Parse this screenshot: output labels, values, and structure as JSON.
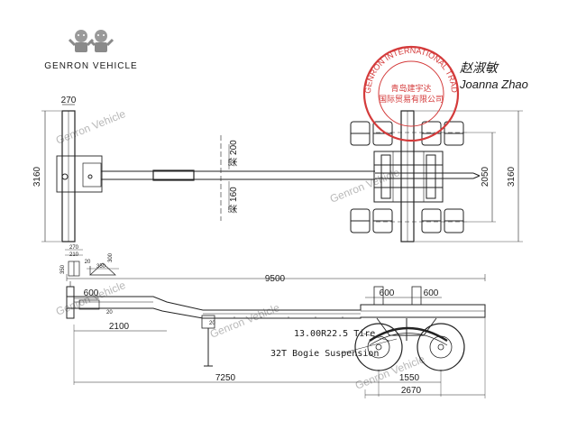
{
  "brand": {
    "name": "GENRON VEHICLE",
    "mascot_colors": {
      "body": "#9a9a9a",
      "dark": "#6d6d6d"
    }
  },
  "watermark": "Genron Vehicle",
  "stamp": {
    "outer_text": "QINGDAO GENRON INTERNATIONAL TRADE CO., LTD",
    "inner_line1": "青岛建宇达",
    "inner_line2": "国际贸易有限公司",
    "color": "#d43b3b"
  },
  "signature": {
    "chinese": "赵淑敏",
    "pinyin": "Joanna Zhao"
  },
  "top_view": {
    "width_top": "270",
    "width_left": "3160",
    "width_right": "3160",
    "axle_track": "2050",
    "beam_200": "梁 200",
    "beam_160": "梁 160"
  },
  "section": {
    "w270": "270",
    "w210": "210",
    "h350": "350",
    "h300": "300",
    "h20": "20",
    "w350": "350"
  },
  "side_view": {
    "length": "9500",
    "front_600": "600",
    "kingpin": "2100",
    "gap_600_left": "600",
    "gap_600_right": "600",
    "to_axle": "7250",
    "axle_spacing": "1550",
    "bogie_length": "2670",
    "tire_label": "13.00R22.5 Tire",
    "suspension_label": "32T Bogie Suspension",
    "h20a": "20",
    "h20b": "20"
  }
}
